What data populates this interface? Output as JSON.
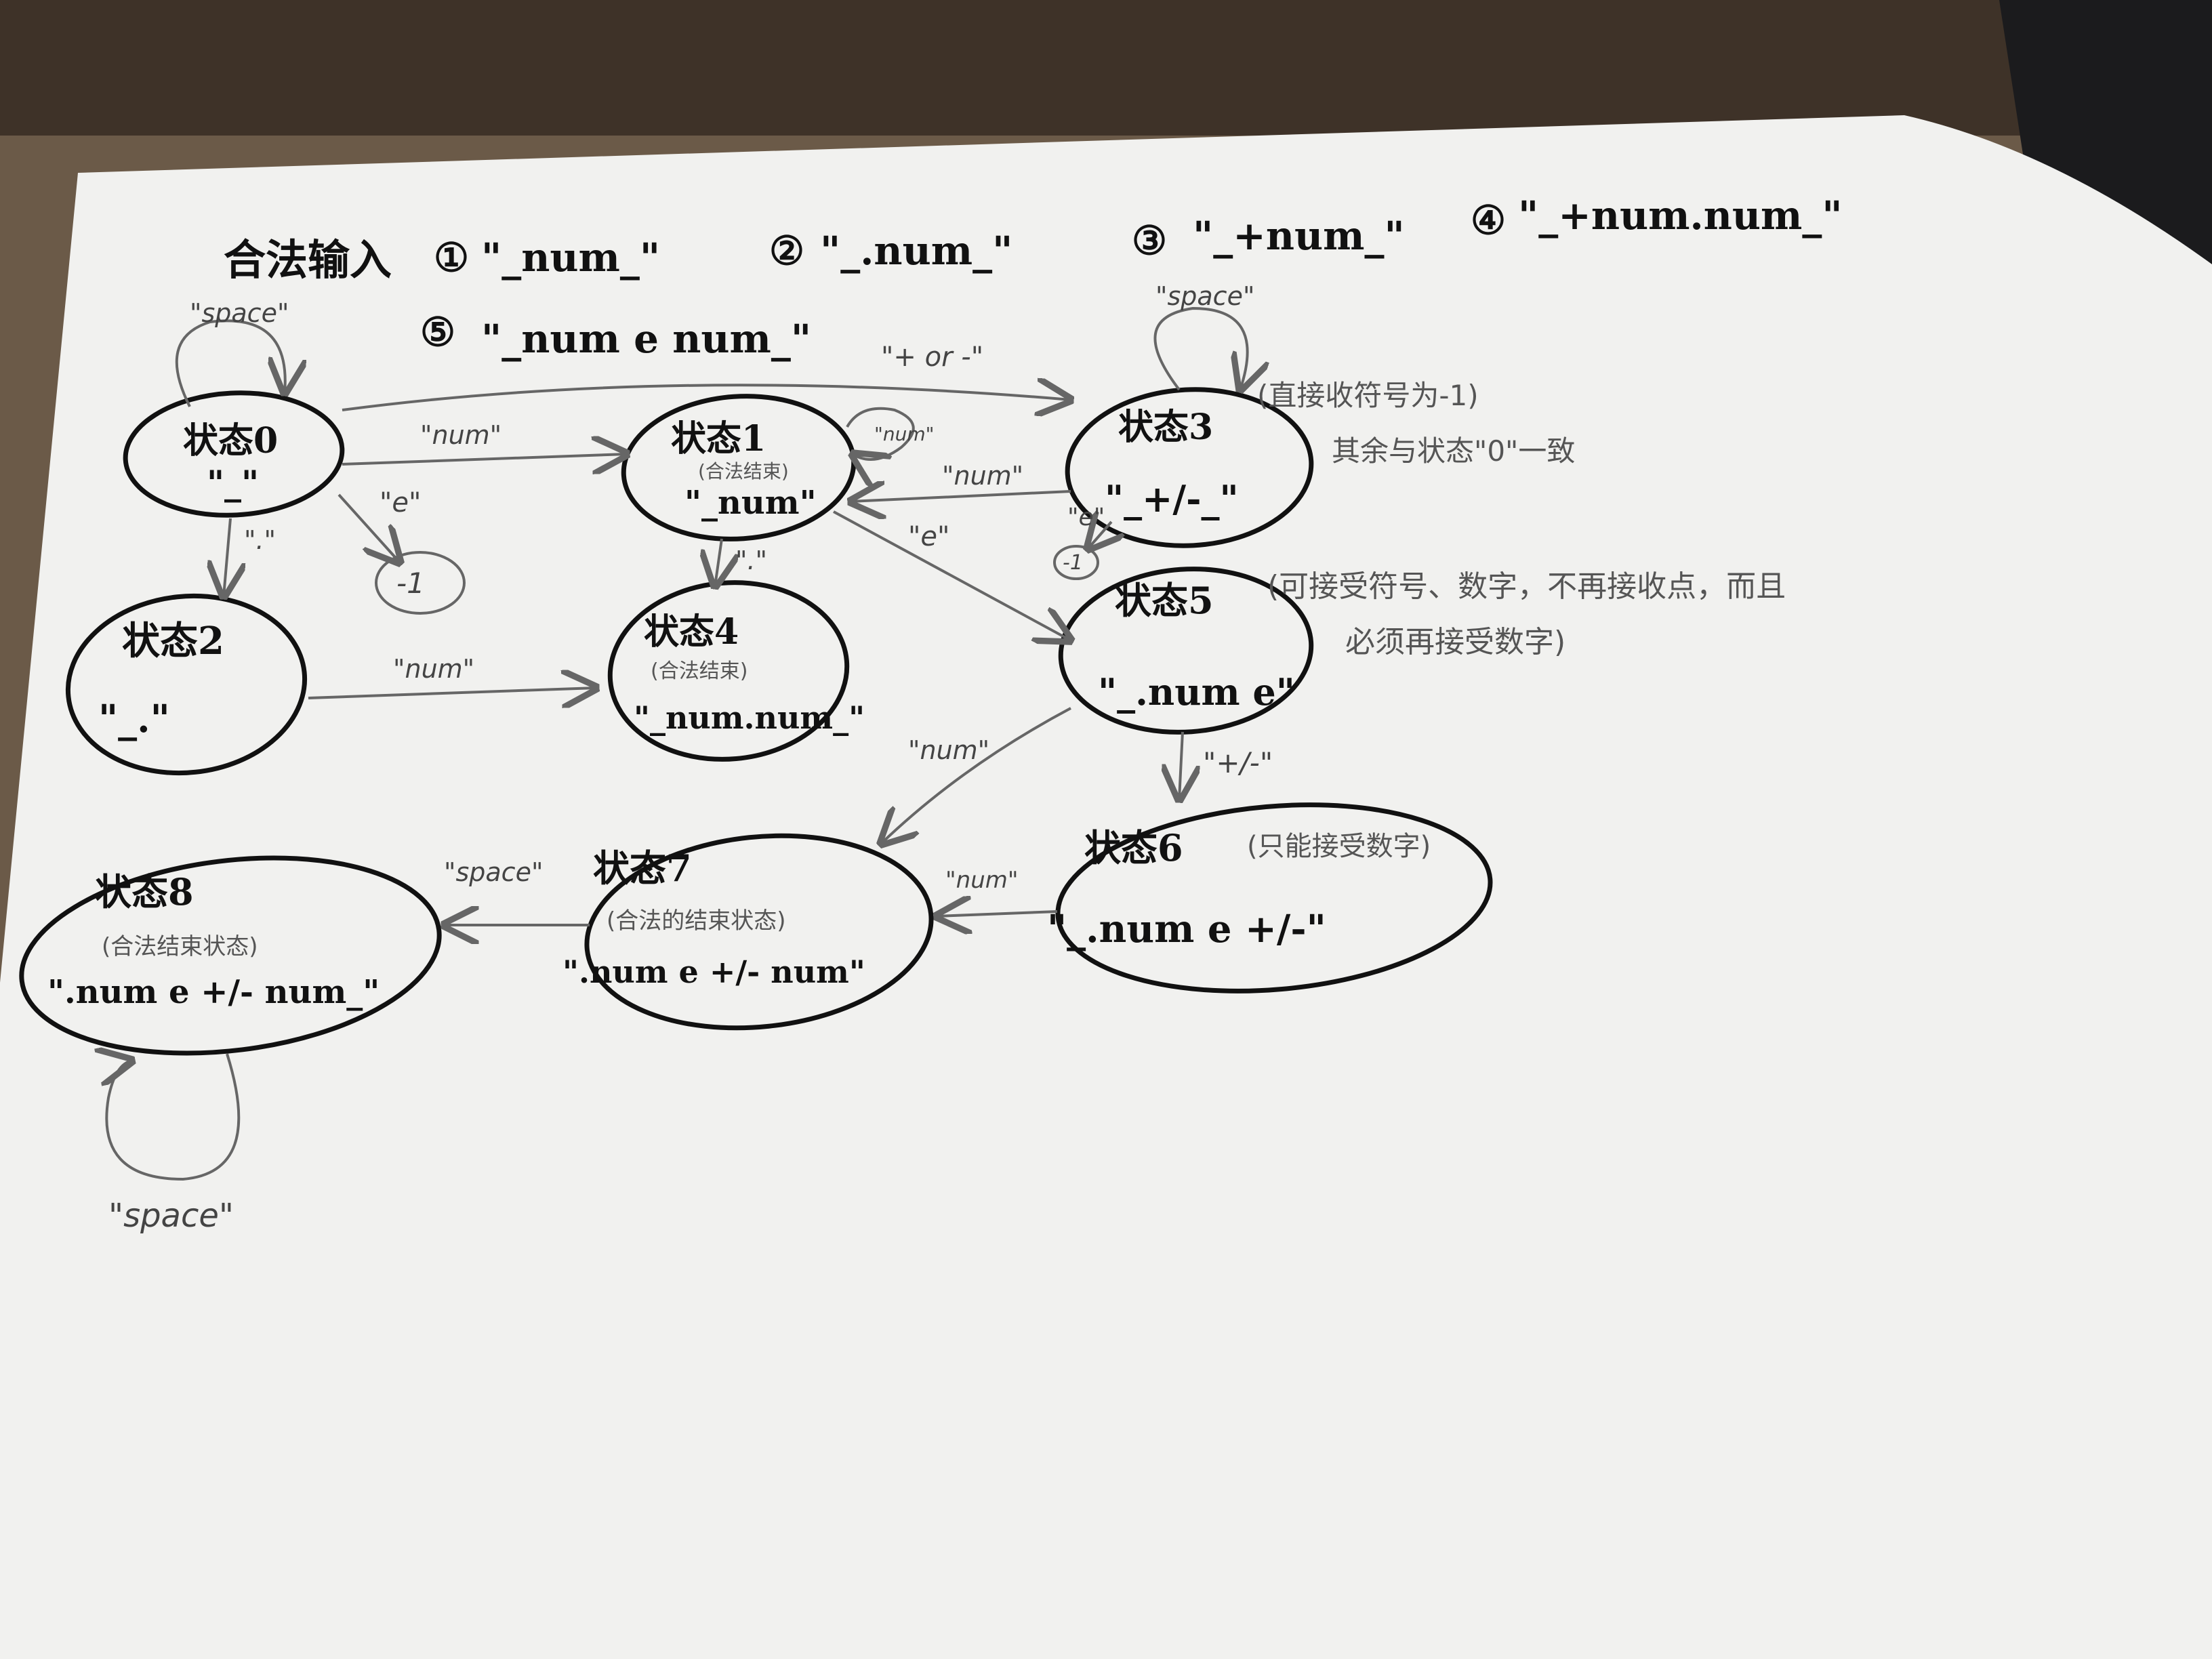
{
  "header": {
    "prefix": "合法输入",
    "inputs": [
      {
        "num": "①",
        "text": "\"_num_\""
      },
      {
        "num": "②",
        "text": "\"_.num_\""
      },
      {
        "num": "③",
        "text": "\"_+num_\""
      },
      {
        "num": "④",
        "text": "\"_+num.num_\""
      },
      {
        "num": "⑤",
        "text": "\"_num e num_\""
      }
    ]
  },
  "states": [
    {
      "id": "s0",
      "title": "状态0",
      "content": "\"_\"",
      "note": ""
    },
    {
      "id": "s1",
      "title": "状态1",
      "content": "\"_num\"",
      "note": "(合法结束)"
    },
    {
      "id": "s2",
      "title": "状态2",
      "content": "\"_.\"",
      "note": ""
    },
    {
      "id": "s3",
      "title": "状态3",
      "content": "\"_+/-_\"",
      "note": ""
    },
    {
      "id": "s4",
      "title": "状态4",
      "content": "\"_num.num_\"",
      "note": "(合法结束)"
    },
    {
      "id": "s5",
      "title": "状态5",
      "content": "\"_.num e\"",
      "note": ""
    },
    {
      "id": "s6",
      "title": "状态6",
      "content": "\"_.num e +/-\"",
      "note": "(只能接受数字)"
    },
    {
      "id": "s7",
      "title": "状态7",
      "content": "\".num e +/- num\"",
      "note": "(合法的结束状态)"
    },
    {
      "id": "s8",
      "title": "状态8",
      "content": "\".num e +/- num_\"",
      "note": "(合法结束状态)"
    }
  ],
  "edge_labels": {
    "space": "\"space\"",
    "num": "\"num\"",
    "e": "\"e\"",
    "dot": "\".\"",
    "plus_or_minus": "\"+ or -\"",
    "plus_minus": "\"+/-\"",
    "reject": "-1"
  },
  "side_notes": {
    "s3_line1": "(直接收符号为-1)",
    "s3_line2": "其余与状态\"0\"一致",
    "s5_line1": "(可接受符号、数字，不再接收点，而且",
    "s5_line2": "必须再接受数字)"
  }
}
